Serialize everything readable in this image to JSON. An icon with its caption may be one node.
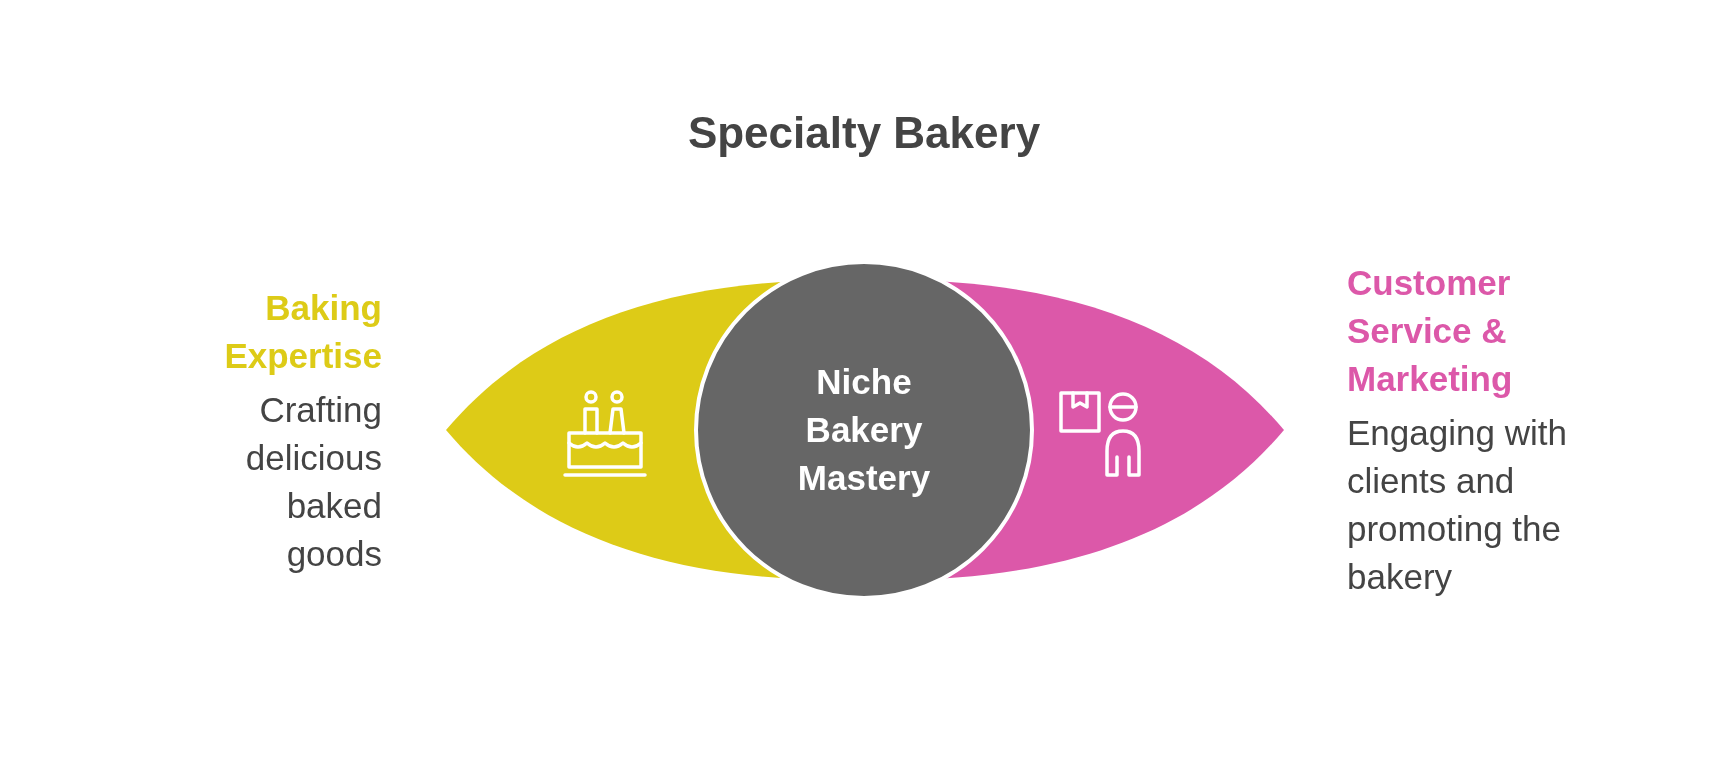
{
  "diagram": {
    "title": "Specialty Bakery",
    "nodes": [
      {
        "text": [
          "Baking Expertise",
          "Crafting delicious baked goods"
        ]
      },
      {
        "text": [
          "Niche Bakery Mastery"
        ]
      },
      {
        "text": [
          "Customer Service & Marketing",
          "Engaging with clients and promoting the bakery"
        ]
      }
    ]
  }
}
